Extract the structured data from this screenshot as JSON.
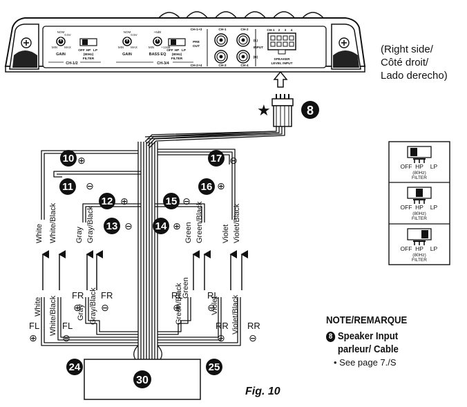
{
  "figure_label": "Fig. 10",
  "side_note": [
    "(Right side/",
    "Côté droit/",
    "Lado derecho)"
  ],
  "note": {
    "title": "NOTE/REMARQUE",
    "item_number": "8",
    "item_lines": [
      "Speaker Input",
      "parleur/ Cable"
    ],
    "reference": "• See page 7./S"
  },
  "amplifier": {
    "group_ch12": "CH-1/2",
    "group_ch34": "CH-3/4",
    "gain_label": "GAIN",
    "bass_eq_label": "BASS EQ",
    "knob_ticks": [
      "NOM",
      "0.5V",
      "MIN",
      "MAX"
    ],
    "bass_ticks": [
      "+6dB",
      "MIN",
      "+12dB"
    ],
    "filter_switch": [
      "OFF",
      "HP",
      "LP"
    ],
    "filter_freq": "(80Hz)",
    "filter_label": "FILTER",
    "pre_out": [
      "PRE",
      "OUT"
    ],
    "rca_labels": [
      "CH-1+3",
      "CH-1",
      "CH-2",
      "CH-2+4",
      "CH-3",
      "CH-4"
    ],
    "input_labels": [
      "(L)",
      "INPUT",
      "(R)"
    ],
    "connector_pins": [
      "CH-1",
      "2",
      "3",
      "4"
    ],
    "speaker_input": [
      "SPEAKER",
      "LEVEL INPUT"
    ]
  },
  "callouts": {
    "star": "★",
    "connector": "8",
    "fl_plus": "10",
    "fl_minus": "11",
    "fr_plus": "12",
    "fr_minus": "13",
    "rl_plus": "14",
    "rl_minus": "15",
    "rr_plus": "16",
    "rr_minus": "17",
    "left_bundle": "24",
    "right_bundle": "25",
    "source_unit": "30"
  },
  "polarity": {
    "plus": "⊕",
    "minus": "⊖"
  },
  "wires": {
    "upper": [
      "White",
      "White/Black",
      "Gray",
      "Gray/Black",
      "Green",
      "Green/Black",
      "Violet",
      "Violet/Black"
    ],
    "lower": [
      "White",
      "White/Black",
      "Gray",
      "Gray/Black",
      "Green",
      "Green/Black",
      "Violet",
      "Violet/Black"
    ]
  },
  "channels": {
    "fl": "FL",
    "fr": "FR",
    "rl": "RL",
    "rr": "RR"
  },
  "filter_panel": [
    {
      "switch": [
        "OFF",
        "HP",
        "LP"
      ],
      "freq": "(80Hz)",
      "label": "FILTER",
      "position": "off"
    },
    {
      "switch": [
        "OFF",
        "HP",
        "LP"
      ],
      "freq": "(80Hz)",
      "label": "FILTER",
      "position": "hp"
    },
    {
      "switch": [
        "OFF",
        "HP",
        "LP"
      ],
      "freq": "(80Hz)",
      "label": "FILTER",
      "position": "lp"
    }
  ]
}
